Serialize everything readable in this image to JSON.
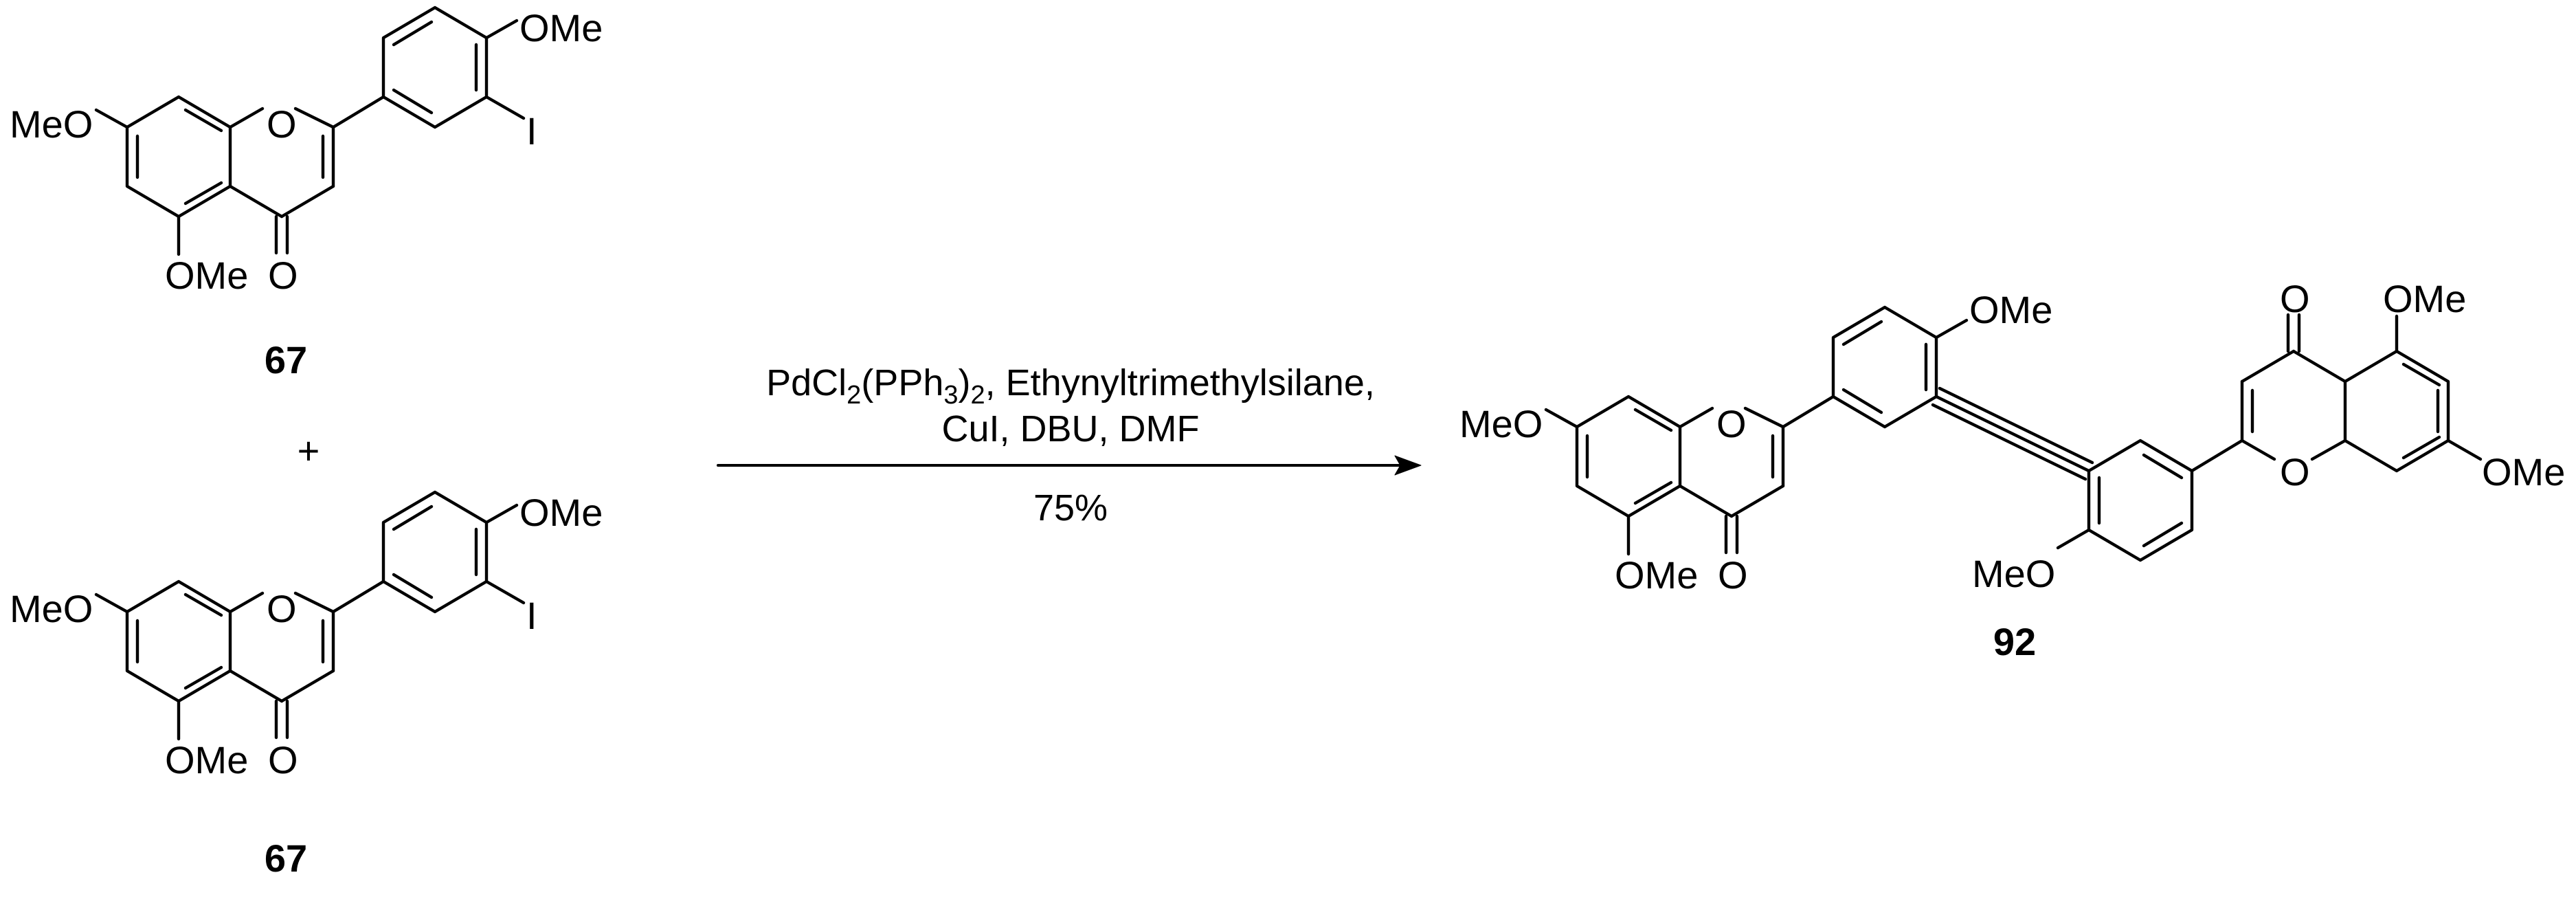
{
  "scheme": {
    "reactant_top": {
      "label": "67",
      "substituents": {
        "o_ring": "O",
        "carbonyl": "O",
        "meo_left": "MeO",
        "ome_bottom": "OMe",
        "ome_top": "OMe",
        "iodo": "I"
      }
    },
    "plus": "+",
    "reactant_bottom": {
      "label": "67",
      "substituents": {
        "o_ring": "O",
        "carbonyl": "O",
        "meo_left": "MeO",
        "ome_bottom": "OMe",
        "ome_top": "OMe",
        "iodo": "I"
      }
    },
    "conditions": {
      "line1_a": "PdCl",
      "line1_sub1": "2",
      "line1_b": "(PPh",
      "line1_sub2": "3",
      "line1_c": ")",
      "line1_sub3": "2",
      "line1_d": ", Ethynyltrimethylsilane,",
      "line2": "CuI, DBU, DMF",
      "yield": "75%"
    },
    "product": {
      "label": "92",
      "substituents": {
        "o_ring_left": "O",
        "carbonyl_left": "O",
        "meo_left": "MeO",
        "ome_bottom_left": "OMe",
        "ome_mid_top": "OMe",
        "meo_mid_bottom": "MeO",
        "carbonyl_right": "O",
        "ome_top_right": "OMe",
        "o_ring_right": "O",
        "ome_right": "OMe"
      }
    }
  }
}
